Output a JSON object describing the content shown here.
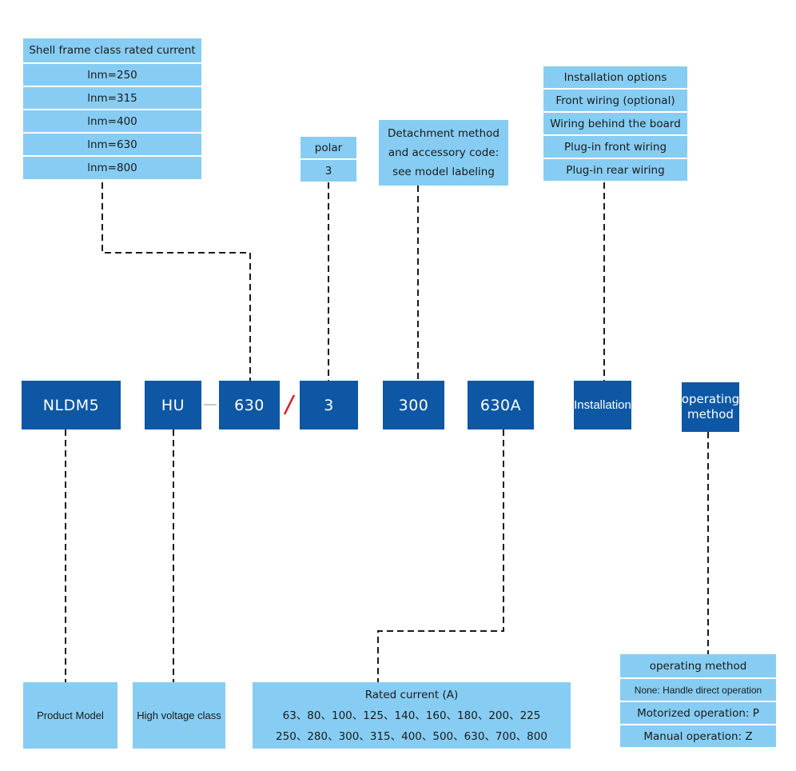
{
  "model_boxes": {
    "nldm5": "NLDM5",
    "hu": "HU",
    "frame": "630",
    "poles": "3",
    "accessory": "300",
    "current": "630A",
    "installation": "Installation",
    "operating_line1": "operating",
    "operating_line2": "method"
  },
  "frame_class": {
    "header": "Shell frame class rated current",
    "options": [
      "lnm=250",
      "lnm=315",
      "lnm=400",
      "lnm=630",
      "lnm=800"
    ]
  },
  "polar": {
    "header": "polar",
    "value": "3"
  },
  "detachment": {
    "lines": [
      "Detachment method",
      "and accessory code:",
      "see model labeling"
    ]
  },
  "installation_options": {
    "header": "Installation options",
    "options": [
      "Front wiring (optional)",
      "Wiring behind the board",
      "Plug-in front wiring",
      "Plug-in rear wiring"
    ]
  },
  "product_model": {
    "label": "Product Model"
  },
  "voltage_class": {
    "label": "High voltage class"
  },
  "rated_current": {
    "header": "Rated current (A)",
    "row1": "63、80、100、125、140、160、180、200、225",
    "row2": "250、280、300、315、400、500、630、700、800"
  },
  "operating_method": {
    "header": "operating method",
    "options": [
      "None: Handle direct operation",
      "Motorized operation: P",
      "Manual operation: Z"
    ]
  },
  "colors": {
    "dark_box": "#0d57a4",
    "light_box": "#87cdf3",
    "slash": "#d22027",
    "connector": "#1a1a1a"
  }
}
